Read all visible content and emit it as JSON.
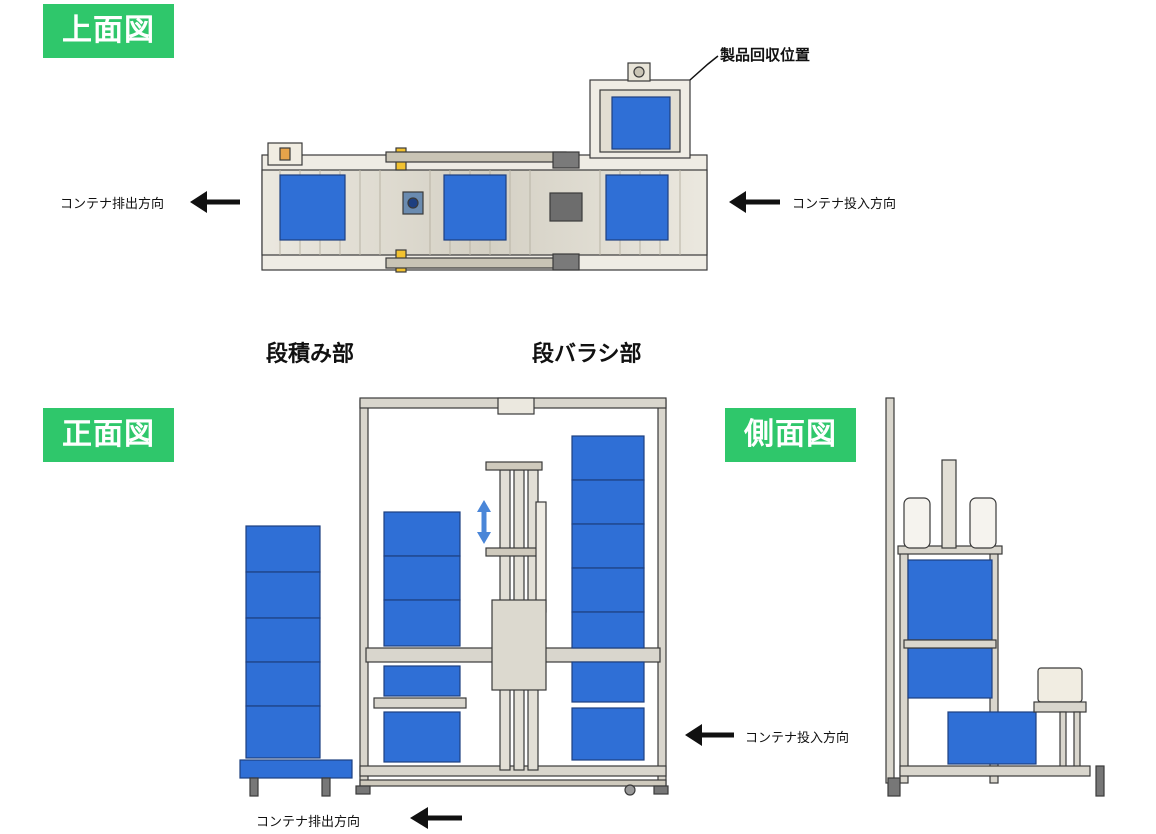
{
  "views": {
    "top": "上面図",
    "front": "正面図",
    "side": "側面図"
  },
  "top_view": {
    "callout": "製品回収位置",
    "out_label": "コンテナ排出方向",
    "in_label": "コンテナ投入方向"
  },
  "sections": {
    "stacking": "段積み部",
    "unstacking": "段バラシ部"
  },
  "front_view": {
    "in_label": "コンテナ投入方向",
    "out_label": "コンテナ排出方向"
  },
  "colors": {
    "badge_green": "#2fc76b",
    "container_blue": "#2f6fd6",
    "frame_grey": "#d9d6cd",
    "outline": "#3a3a3a",
    "arrow": "#111111"
  }
}
